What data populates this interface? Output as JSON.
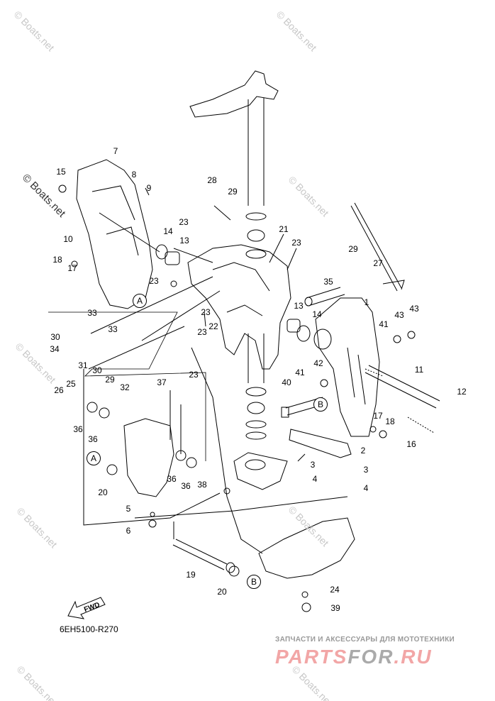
{
  "diagram_code": "6EH5100-R270",
  "fwd_label": "FWD",
  "watermark": "© Boats.net",
  "shop": {
    "subtitle": "ЗАПЧАСТИ И АКСЕССУАРЫ ДЛЯ МОТОТЕХНИКИ",
    "logo_a": "PARTS",
    "logo_b": "FOR",
    "logo_c": ".RU"
  },
  "callouts": [
    "7",
    "15",
    "8",
    "9",
    "28",
    "29",
    "10",
    "14",
    "13",
    "23",
    "21",
    "23",
    "29",
    "27",
    "18",
    "17",
    "23",
    "35",
    "1",
    "33",
    "13",
    "14",
    "43",
    "43",
    "41",
    "23",
    "22",
    "23",
    "30",
    "33",
    "34",
    "31",
    "30",
    "29",
    "32",
    "23",
    "42",
    "41",
    "11",
    "26",
    "25",
    "37",
    "40",
    "12",
    "17",
    "18",
    "16",
    "36",
    "36",
    "2",
    "3",
    "3",
    "4",
    "4",
    "36",
    "36",
    "38",
    "20",
    "5",
    "6",
    "19",
    "20",
    "24",
    "39"
  ],
  "refs": [
    "A",
    "B",
    "A",
    "B"
  ],
  "colors": {
    "line": "#000000",
    "watermark": "#c8c8c8",
    "logo": "#f2a6a6"
  }
}
